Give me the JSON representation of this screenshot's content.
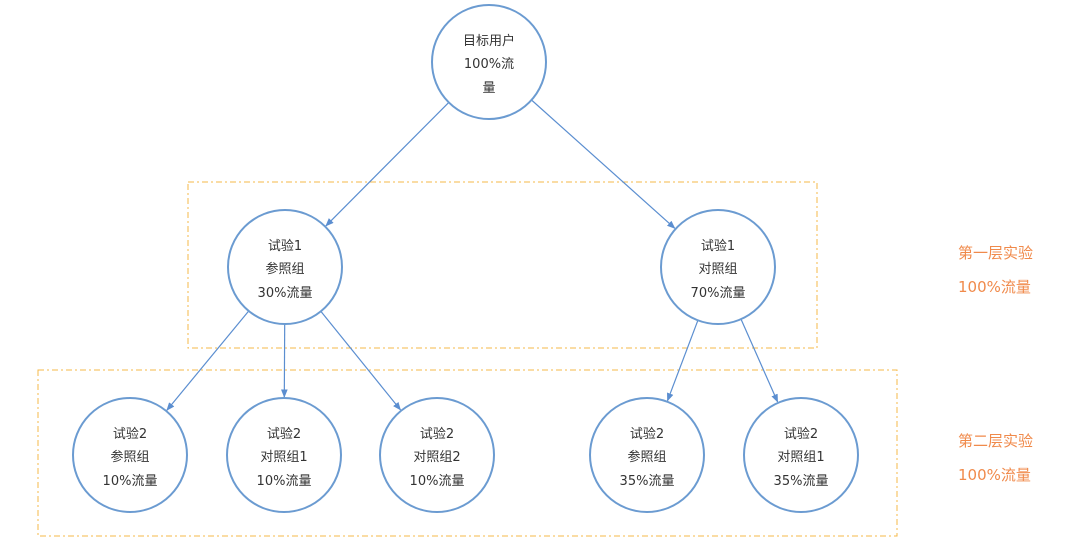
{
  "nodes": {
    "root": {
      "lines": [
        "目标用户",
        "100%流",
        "量"
      ]
    },
    "exp1_ref": {
      "lines": [
        "试验1",
        "参照组",
        "30%流量"
      ]
    },
    "exp1_ctl": {
      "lines": [
        "试验1",
        "对照组",
        "70%流量"
      ]
    },
    "exp2_a": {
      "lines": [
        "试验2",
        "参照组",
        "10%流量"
      ]
    },
    "exp2_b": {
      "lines": [
        "试验2",
        "对照组1",
        "10%流量"
      ]
    },
    "exp2_c": {
      "lines": [
        "试验2",
        "对照组2",
        "10%流量"
      ]
    },
    "exp2_d": {
      "lines": [
        "试验2",
        "参照组",
        "35%流量"
      ]
    },
    "exp2_e": {
      "lines": [
        "试验2",
        "对照组1",
        "35%流量"
      ]
    }
  },
  "edges": [
    [
      "root",
      "exp1_ref"
    ],
    [
      "root",
      "exp1_ctl"
    ],
    [
      "exp1_ref",
      "exp2_a"
    ],
    [
      "exp1_ref",
      "exp2_b"
    ],
    [
      "exp1_ref",
      "exp2_c"
    ],
    [
      "exp1_ctl",
      "exp2_d"
    ],
    [
      "exp1_ctl",
      "exp2_e"
    ]
  ],
  "layers": {
    "layer1": {
      "title": "第一层实验",
      "traffic": "100%流量"
    },
    "layer2": {
      "title": "第二层实验",
      "traffic": "100%流量"
    }
  },
  "colors": {
    "node_stroke": "#6b9bd1",
    "edge": "#5b8ed0",
    "layer_box": "#f5b84a",
    "layer_label": "#f08a4b"
  }
}
